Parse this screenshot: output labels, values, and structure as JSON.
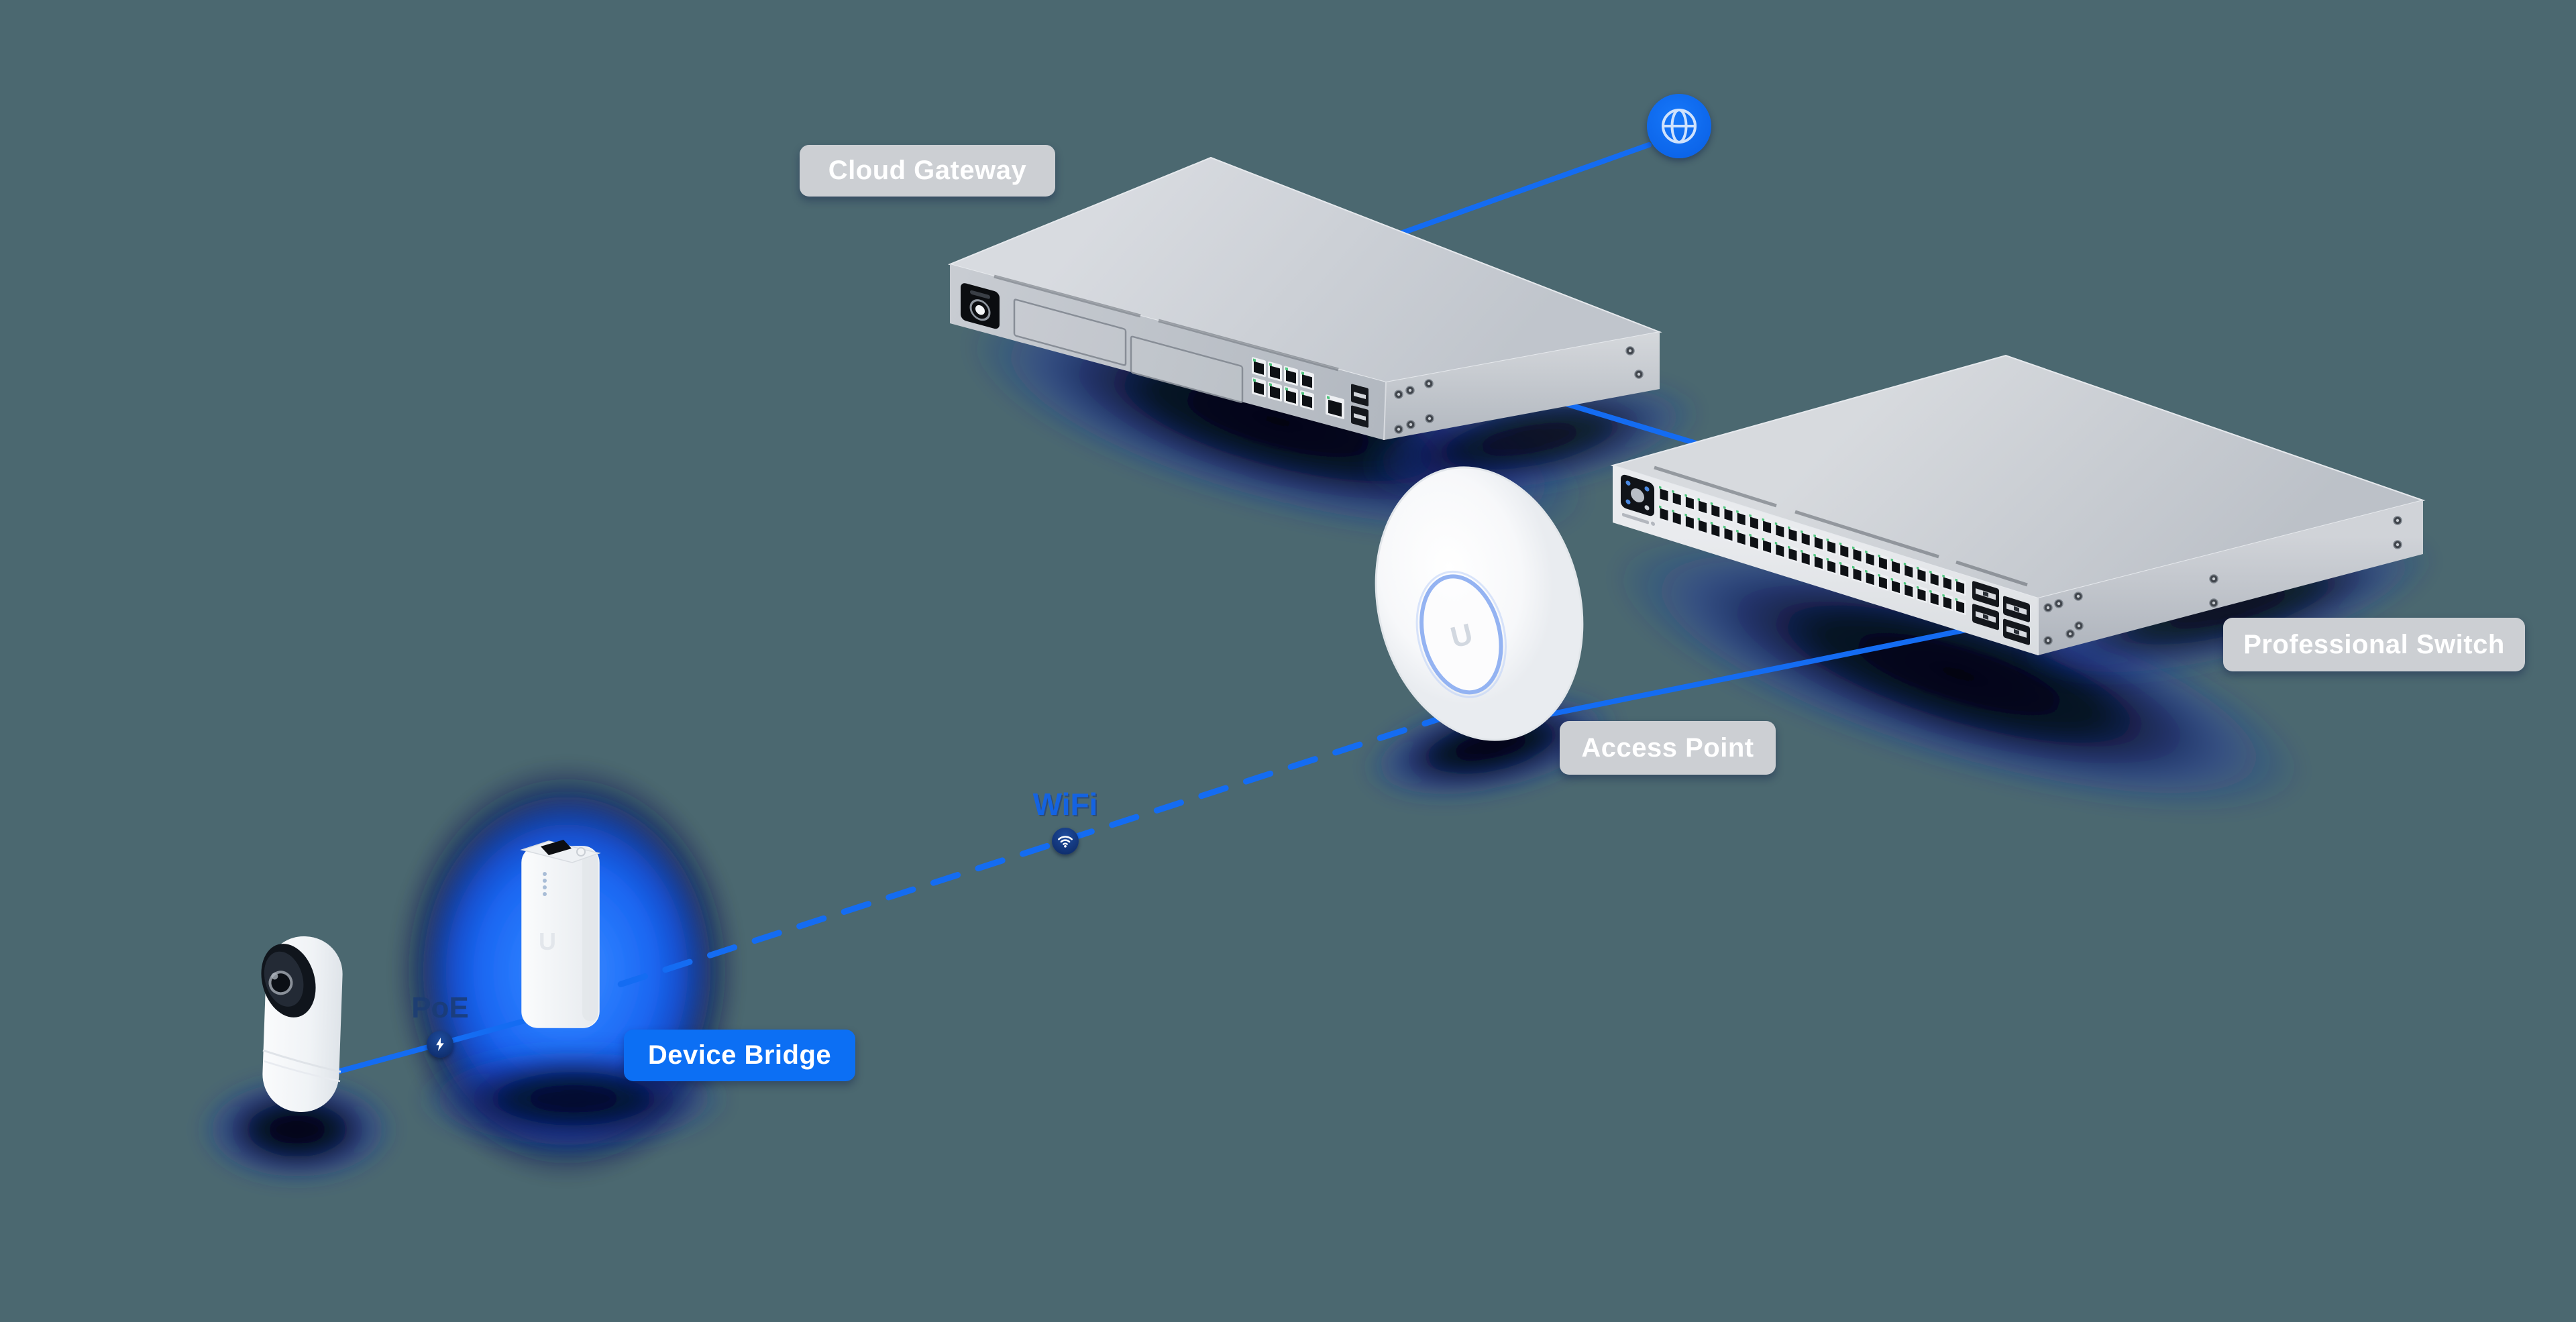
{
  "scene": {
    "background_color": "#4B6870",
    "accent_blue": "#146CF2",
    "label_gray_bg": "#CCCFD3",
    "label_blue_bg": "#0C6FF4",
    "label_text_color": "#FFFFFF",
    "badge_navy_top": "#1E4C9D",
    "badge_navy_bottom": "#0F2F6F",
    "glow_blue": "#2F80FF"
  },
  "devices": {
    "cloud_gateway": {
      "label": "Cloud Gateway"
    },
    "professional_switch": {
      "label": "Professional Switch"
    },
    "access_point": {
      "label": "Access Point"
    },
    "device_bridge": {
      "label": "Device Bridge"
    }
  },
  "connections": {
    "wifi_label": "WiFi",
    "poe_label": "PoE"
  },
  "icons": {
    "internet": "globe-icon",
    "wifi": "wifi-icon",
    "poe": "lightning-icon"
  },
  "logo_letter": "U"
}
